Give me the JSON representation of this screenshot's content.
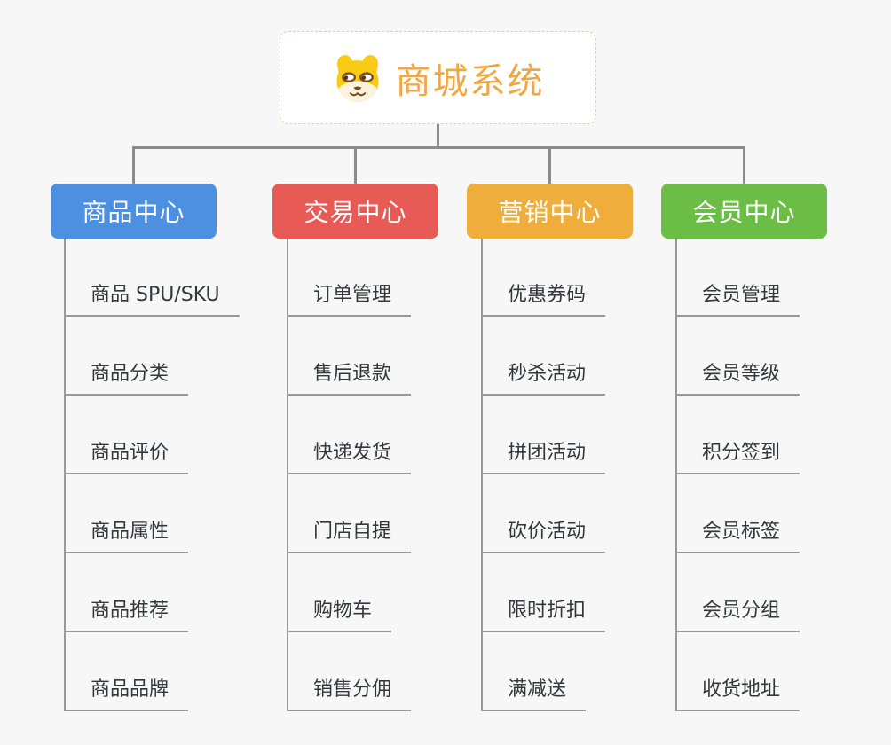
{
  "page": {
    "background": "#F7F7F7"
  },
  "connectors": {
    "color": "#8C8C8C",
    "line_color": "#999999"
  },
  "root": {
    "title": "商城系统",
    "title_color": "#F0A643",
    "border_color": "#F5C88E",
    "icon": "shiba-dog-icon"
  },
  "branches": [
    {
      "title": "商品中心",
      "color": "#4D90E2",
      "items": [
        "商品 SPU/SKU",
        "商品分类",
        "商品评价",
        "商品属性",
        "商品推荐",
        "商品品牌"
      ]
    },
    {
      "title": "交易中心",
      "color": "#E85A55",
      "items": [
        "订单管理",
        "售后退款",
        "快递发货",
        "门店自提",
        "购物车",
        "销售分佣"
      ]
    },
    {
      "title": "营销中心",
      "color": "#EFAD3B",
      "items": [
        "优惠券码",
        "秒杀活动",
        "拼团活动",
        "砍价活动",
        "限时折扣",
        "满减送"
      ]
    },
    {
      "title": "会员中心",
      "color": "#6CBD45",
      "items": [
        "会员管理",
        "会员等级",
        "积分签到",
        "会员标签",
        "会员分组",
        "收货地址"
      ]
    }
  ]
}
